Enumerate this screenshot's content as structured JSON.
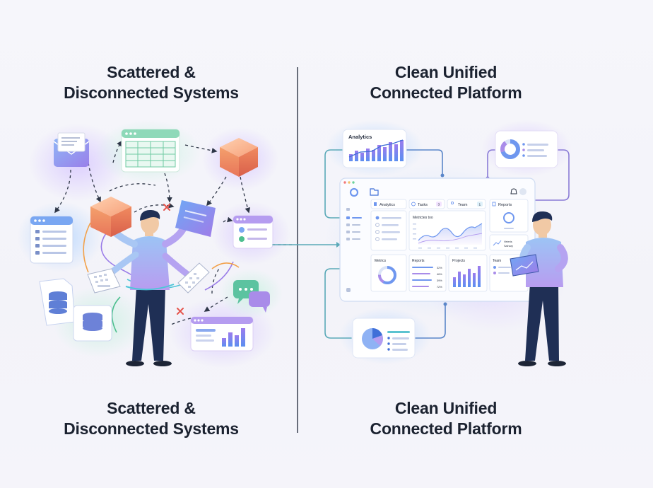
{
  "left_panel": {
    "title_top": [
      "Scattered &",
      "Disconnected Systems"
    ],
    "title_bottom": [
      "Scattered &",
      "Disconnected Systems"
    ]
  },
  "right_panel": {
    "title_top": [
      "Clean Unified",
      "Connected Platform"
    ],
    "title_bottom": [
      "Clean Unified",
      "Connected Platform"
    ]
  },
  "floating_cards": {
    "analytics": "Analytics"
  },
  "dashboard": {
    "tabs": [
      "Analytics",
      "Tasks",
      "Team",
      "Reports"
    ],
    "tab_badges": [
      "",
      "3",
      "1",
      ""
    ],
    "chart_title": "Metrictes too",
    "panels": [
      "Metrics",
      "Reports",
      "Projects",
      "Team"
    ],
    "reports_percents": [
      "32%",
      "46%",
      "39%",
      "72%"
    ],
    "side_labels": [
      "Veteris",
      "Salnary"
    ]
  },
  "colors": {
    "accent_blue": "#4f8ff0",
    "accent_purple": "#8b6ae8",
    "orange": "#f29b6b",
    "green": "#4dbf8f",
    "person_navy": "#1f2f55",
    "divider": "#2d3444"
  }
}
